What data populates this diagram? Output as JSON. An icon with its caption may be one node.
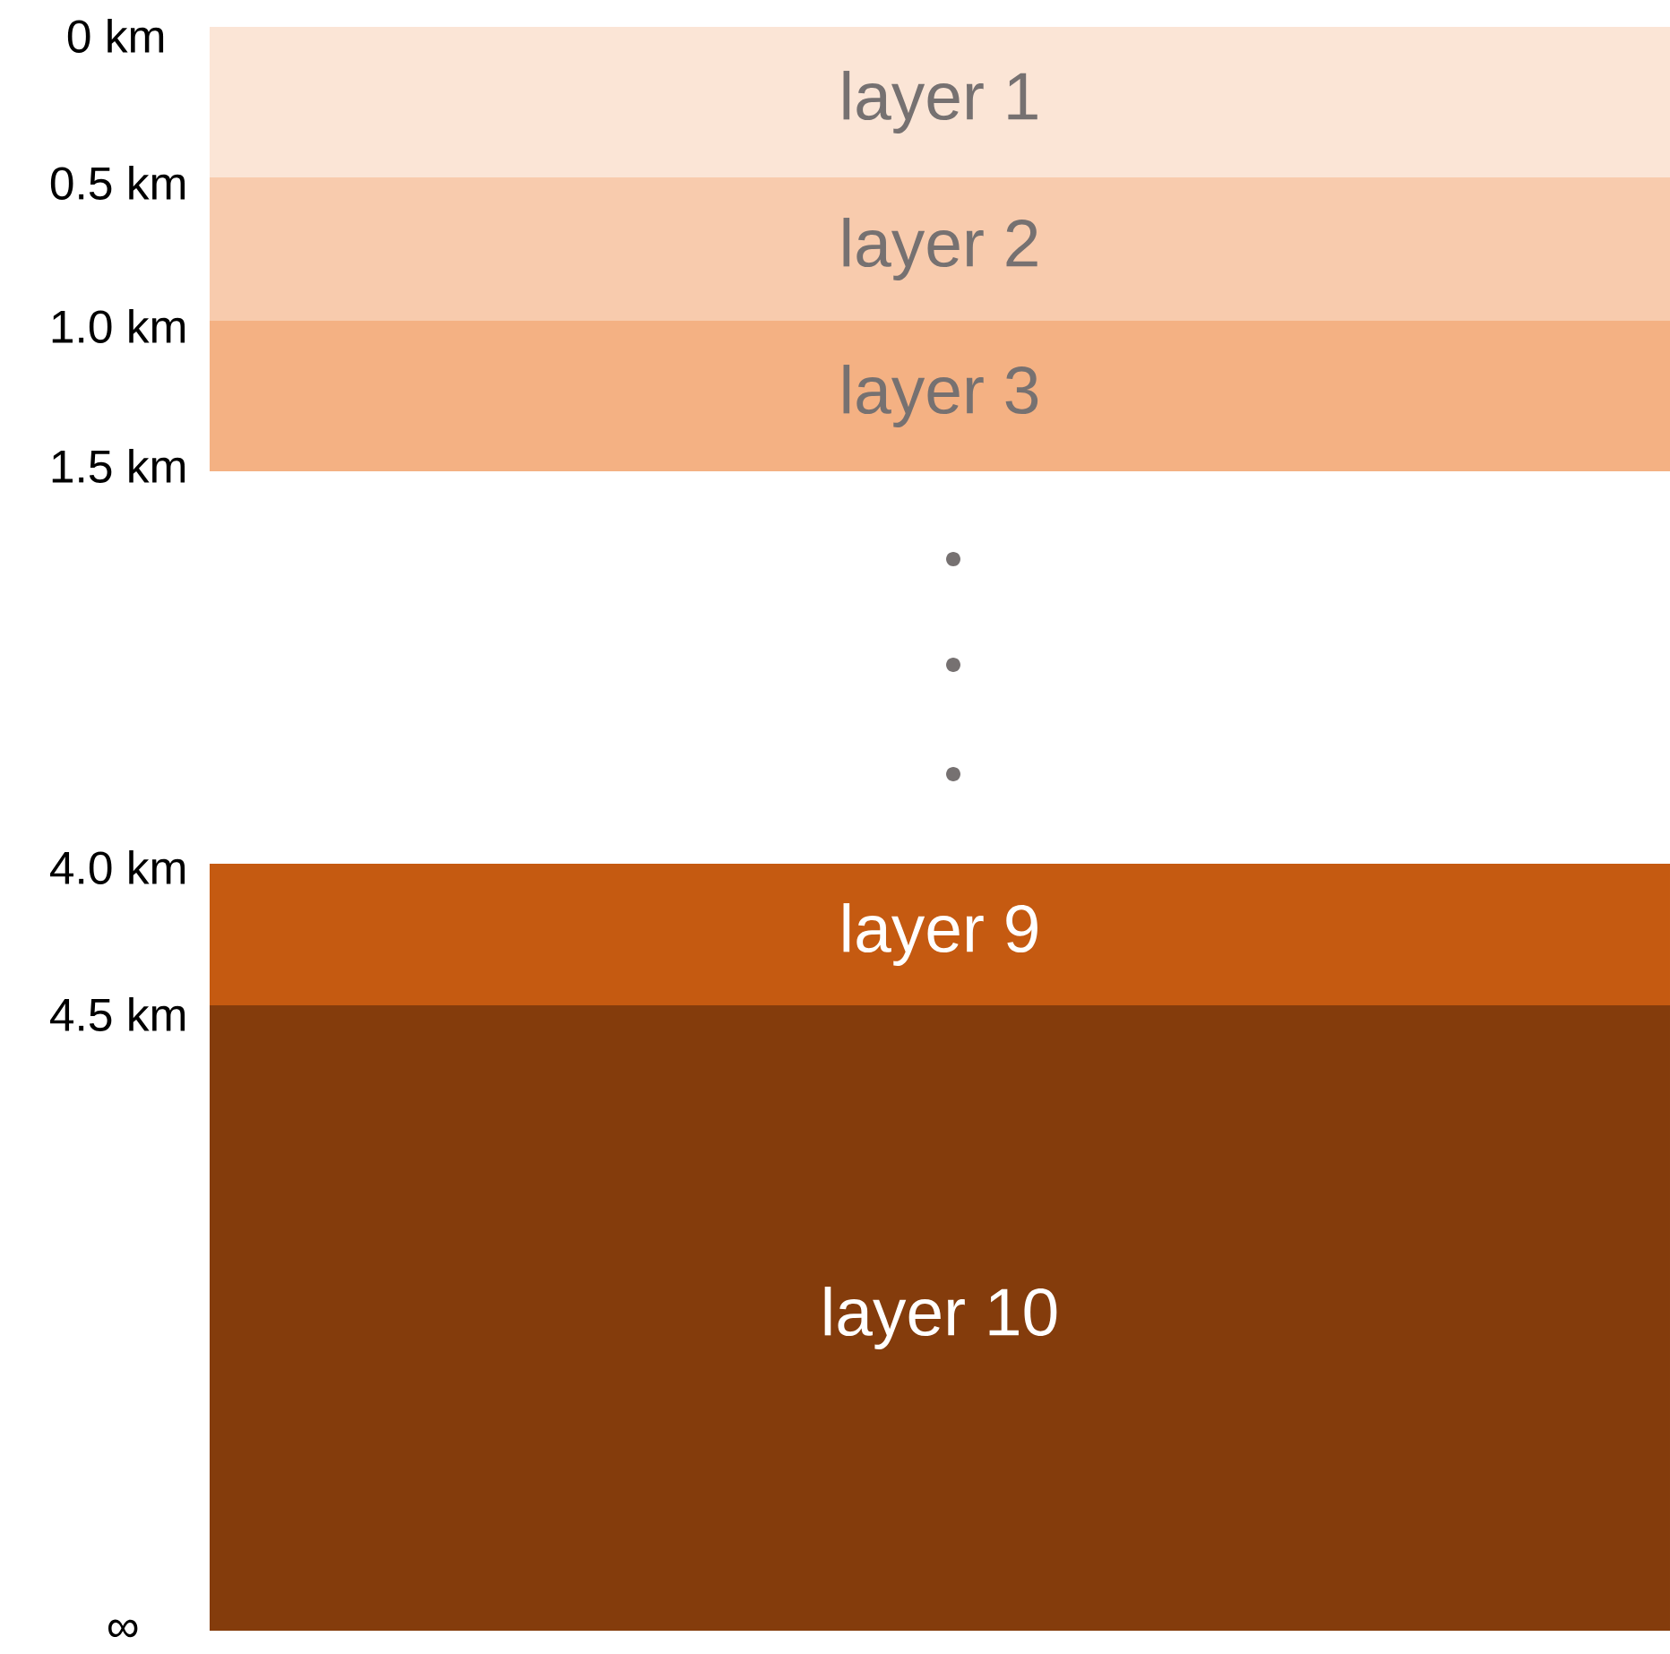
{
  "diagram": {
    "nodes": [
      {
        "text": [
          "layer 1"
        ]
      },
      {
        "text": [
          "layer 2"
        ]
      },
      {
        "text": [
          "layer 3"
        ]
      },
      {
        "text": [
          "layer 9"
        ]
      },
      {
        "text": [
          "layer 10"
        ]
      }
    ],
    "labels": [
      "0 km",
      "0.5 km",
      "1.0 km",
      "1.5 km",
      "4.0 km",
      "4.5 km",
      "∞"
    ]
  }
}
